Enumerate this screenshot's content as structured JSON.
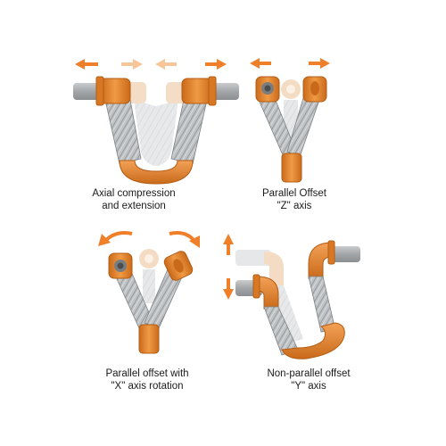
{
  "colors": {
    "orange": "#e8892c",
    "orange_dark": "#b85f14",
    "orange_ghost": "#f3d7bc",
    "pipe_gray": "#a9acae",
    "braid_gray": "#b9bcbf",
    "braid_ghost": "#e3e5e6",
    "arrow_orange": "#f07f2a"
  },
  "diagrams": [
    {
      "id": "axial",
      "caption_lines": [
        "Axial compression",
        "and extension"
      ],
      "arrow_icons": [
        "arrow-left-icon",
        "arrow-right-icon",
        "arrow-left-icon",
        "arrow-right-icon"
      ]
    },
    {
      "id": "z-axis",
      "caption_lines": [
        "Parallel Offset",
        "\"Z\" axis"
      ],
      "arrow_icons": [
        "arrow-left-icon",
        "arrow-right-icon"
      ]
    },
    {
      "id": "x-rotation",
      "caption_lines": [
        "Parallel offset with",
        "\"X\" axis rotation"
      ],
      "arrow_icons": [
        "curved-arrow-left-icon",
        "curved-arrow-right-icon"
      ]
    },
    {
      "id": "y-axis",
      "caption_lines": [
        "Non-parallel offset",
        "\"Y\" axis"
      ],
      "arrow_icons": [
        "arrow-up-icon",
        "arrow-down-icon"
      ]
    }
  ]
}
